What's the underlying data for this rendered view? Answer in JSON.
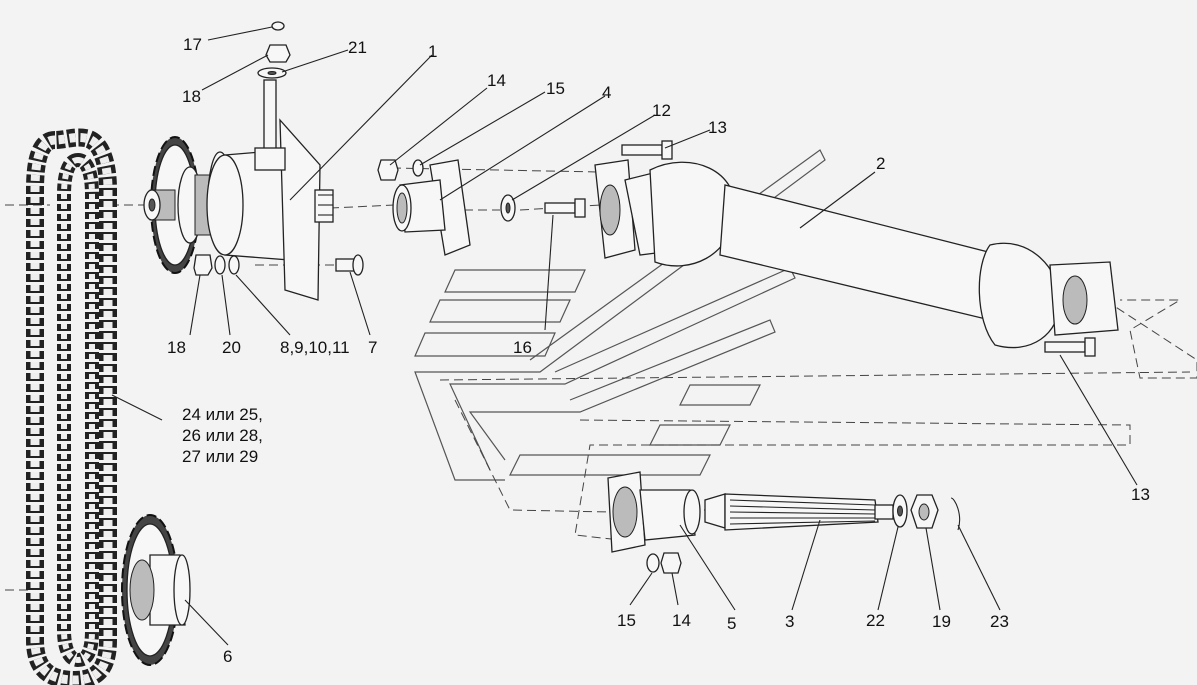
{
  "labels": {
    "l1": "1",
    "l2": "2",
    "l3": "3",
    "l4": "4",
    "l5": "5",
    "l6": "6",
    "l7": "7",
    "l8": "8,9,10,11",
    "l12": "12",
    "l13a": "13",
    "l13b": "13",
    "l14a": "14",
    "l14b": "14",
    "l15a": "15",
    "l15b": "15",
    "l16": "16",
    "l17": "17",
    "l18a": "18",
    "l18b": "18",
    "l19": "19",
    "l20": "20",
    "l21": "21",
    "l22": "22",
    "l23": "23",
    "chain_line1": "24 или 25,",
    "chain_line2": "26 или 28,",
    "chain_line3": "27 или 29"
  }
}
